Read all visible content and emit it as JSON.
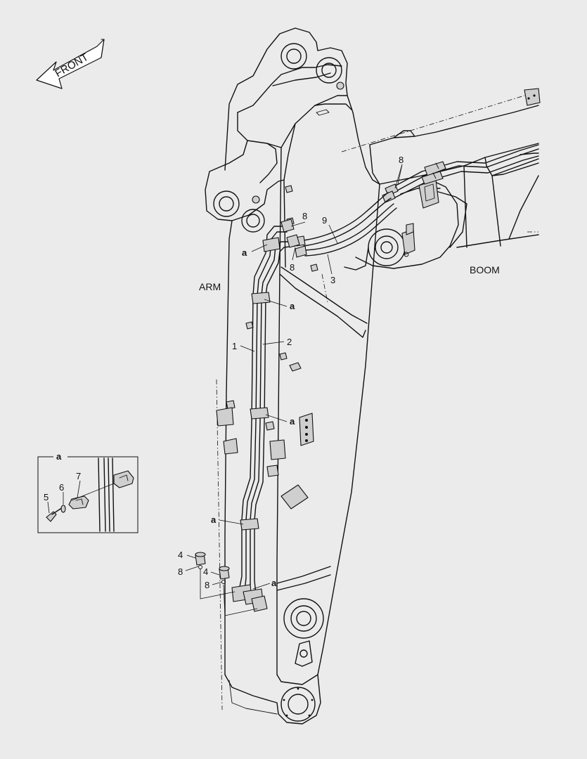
{
  "front_arrow": {
    "label": "FRONT"
  },
  "labels": {
    "arm": "ARM",
    "boom": "BOOM"
  },
  "callouts": {
    "n8_top": "8",
    "n9": "9",
    "n8_a": "8",
    "n8_b": "8",
    "n3": "3",
    "n1": "1",
    "n2": "2",
    "n4_a": "4",
    "n8_c": "8",
    "n4_b": "4",
    "n8_d": "8",
    "a_1": "a",
    "a_2": "a",
    "a_3": "a",
    "a_4": "a",
    "a_5": "a"
  },
  "detail": {
    "title": "a",
    "n5": "5",
    "n6": "6",
    "n7": "7"
  }
}
